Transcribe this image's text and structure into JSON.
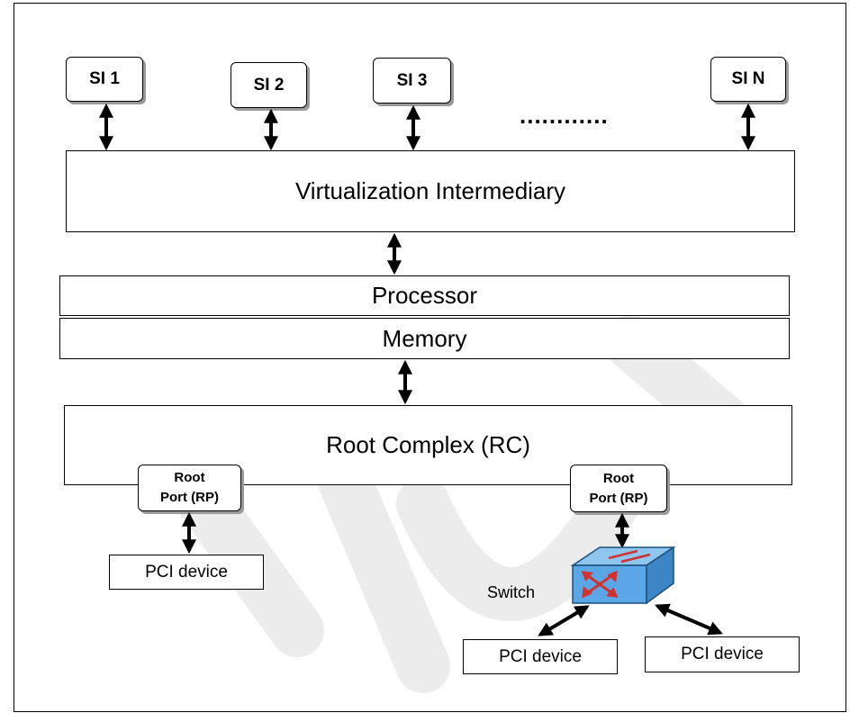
{
  "system_images": [
    {
      "label": "SI 1"
    },
    {
      "label": "SI 2"
    },
    {
      "label": "SI 3"
    },
    {
      "label": "SI N"
    }
  ],
  "ellipsis": "............",
  "virtualization_intermediary": "Virtualization Intermediary",
  "processor": "Processor",
  "memory": "Memory",
  "root_complex": "Root Complex (RC)",
  "root_port": {
    "line1": "Root",
    "line2": "Port (RP)"
  },
  "pci_device": "PCI device",
  "switch_label": "Switch",
  "colors": {
    "switch_body": "#5aa6e6",
    "switch_top": "#8fc6f0",
    "switch_arrows": "#d2322d",
    "watermark": "#ececec"
  }
}
